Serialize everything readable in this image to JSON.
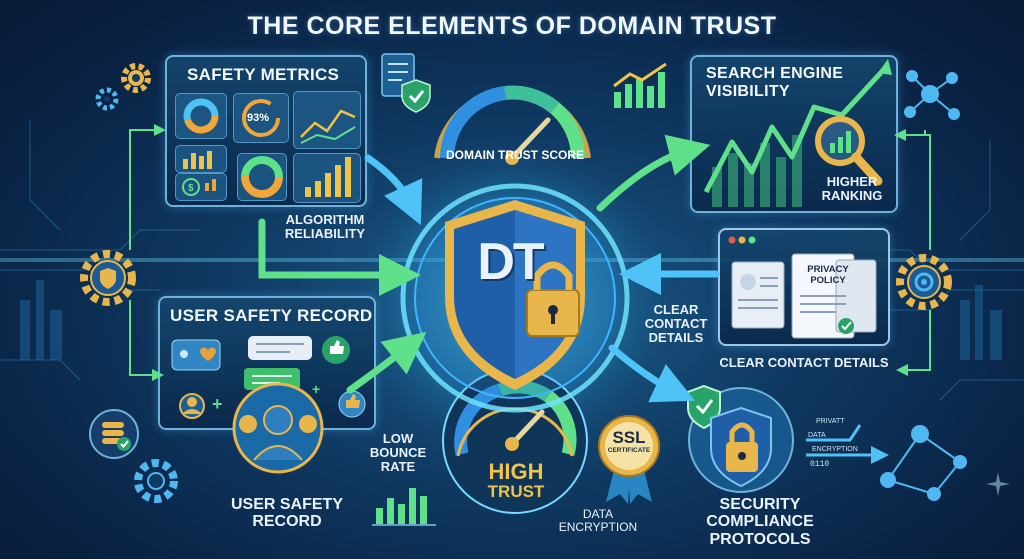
{
  "title": "THE CORE ELEMENTS OF DOMAIN TRUST",
  "center": {
    "shield_text": "DT"
  },
  "gauges": {
    "top_label": "DOMAIN TRUST SCORE",
    "bottom_label_line1": "HIGH",
    "bottom_label_line2": "TRUST"
  },
  "safety_metrics": {
    "title": "SAFETY METRICS",
    "percent": "93%"
  },
  "algorithm": {
    "line1": "ALGORITHM",
    "line2": "RELIABILITY"
  },
  "user_safety": {
    "panel_title": "USER SAFETY RECORD",
    "bottom_line1": "USER SAFETY",
    "bottom_line2": "RECORD"
  },
  "bounce": {
    "line1": "LOW",
    "line2": "BOUNCE",
    "line3": "RATE"
  },
  "search": {
    "line1": "SEARCH ENGINE",
    "line2": "VISIBILITY",
    "ranking_line1": "HIGHER",
    "ranking_line2": "RANKING"
  },
  "privacy": {
    "doc_line1": "PRIVACY",
    "doc_line2": "POLICY",
    "side_line1": "CLEAR",
    "side_line2": "CONTACT",
    "side_line3": "DETAILS",
    "bottom": "CLEAR CONTACT DETAILS"
  },
  "ssl": {
    "text": "SSL",
    "sub": "CERTIFICATE"
  },
  "encryption": {
    "line1": "DATA",
    "line2": "ENCRYPTION"
  },
  "security": {
    "line1": "SECURITY",
    "line2": "COMPLIANCE",
    "line3": "PROTOCOLS"
  },
  "data_tags": {
    "tag1": "PRIVATT",
    "tag2": "DATA",
    "tag3": "ENCRYPTION",
    "bits": "0110"
  },
  "colors": {
    "accent_green": "#5fe08a",
    "accent_blue": "#3fb4ff",
    "gold": "#e8b64a",
    "shield_blue": "#2d6fb8"
  }
}
